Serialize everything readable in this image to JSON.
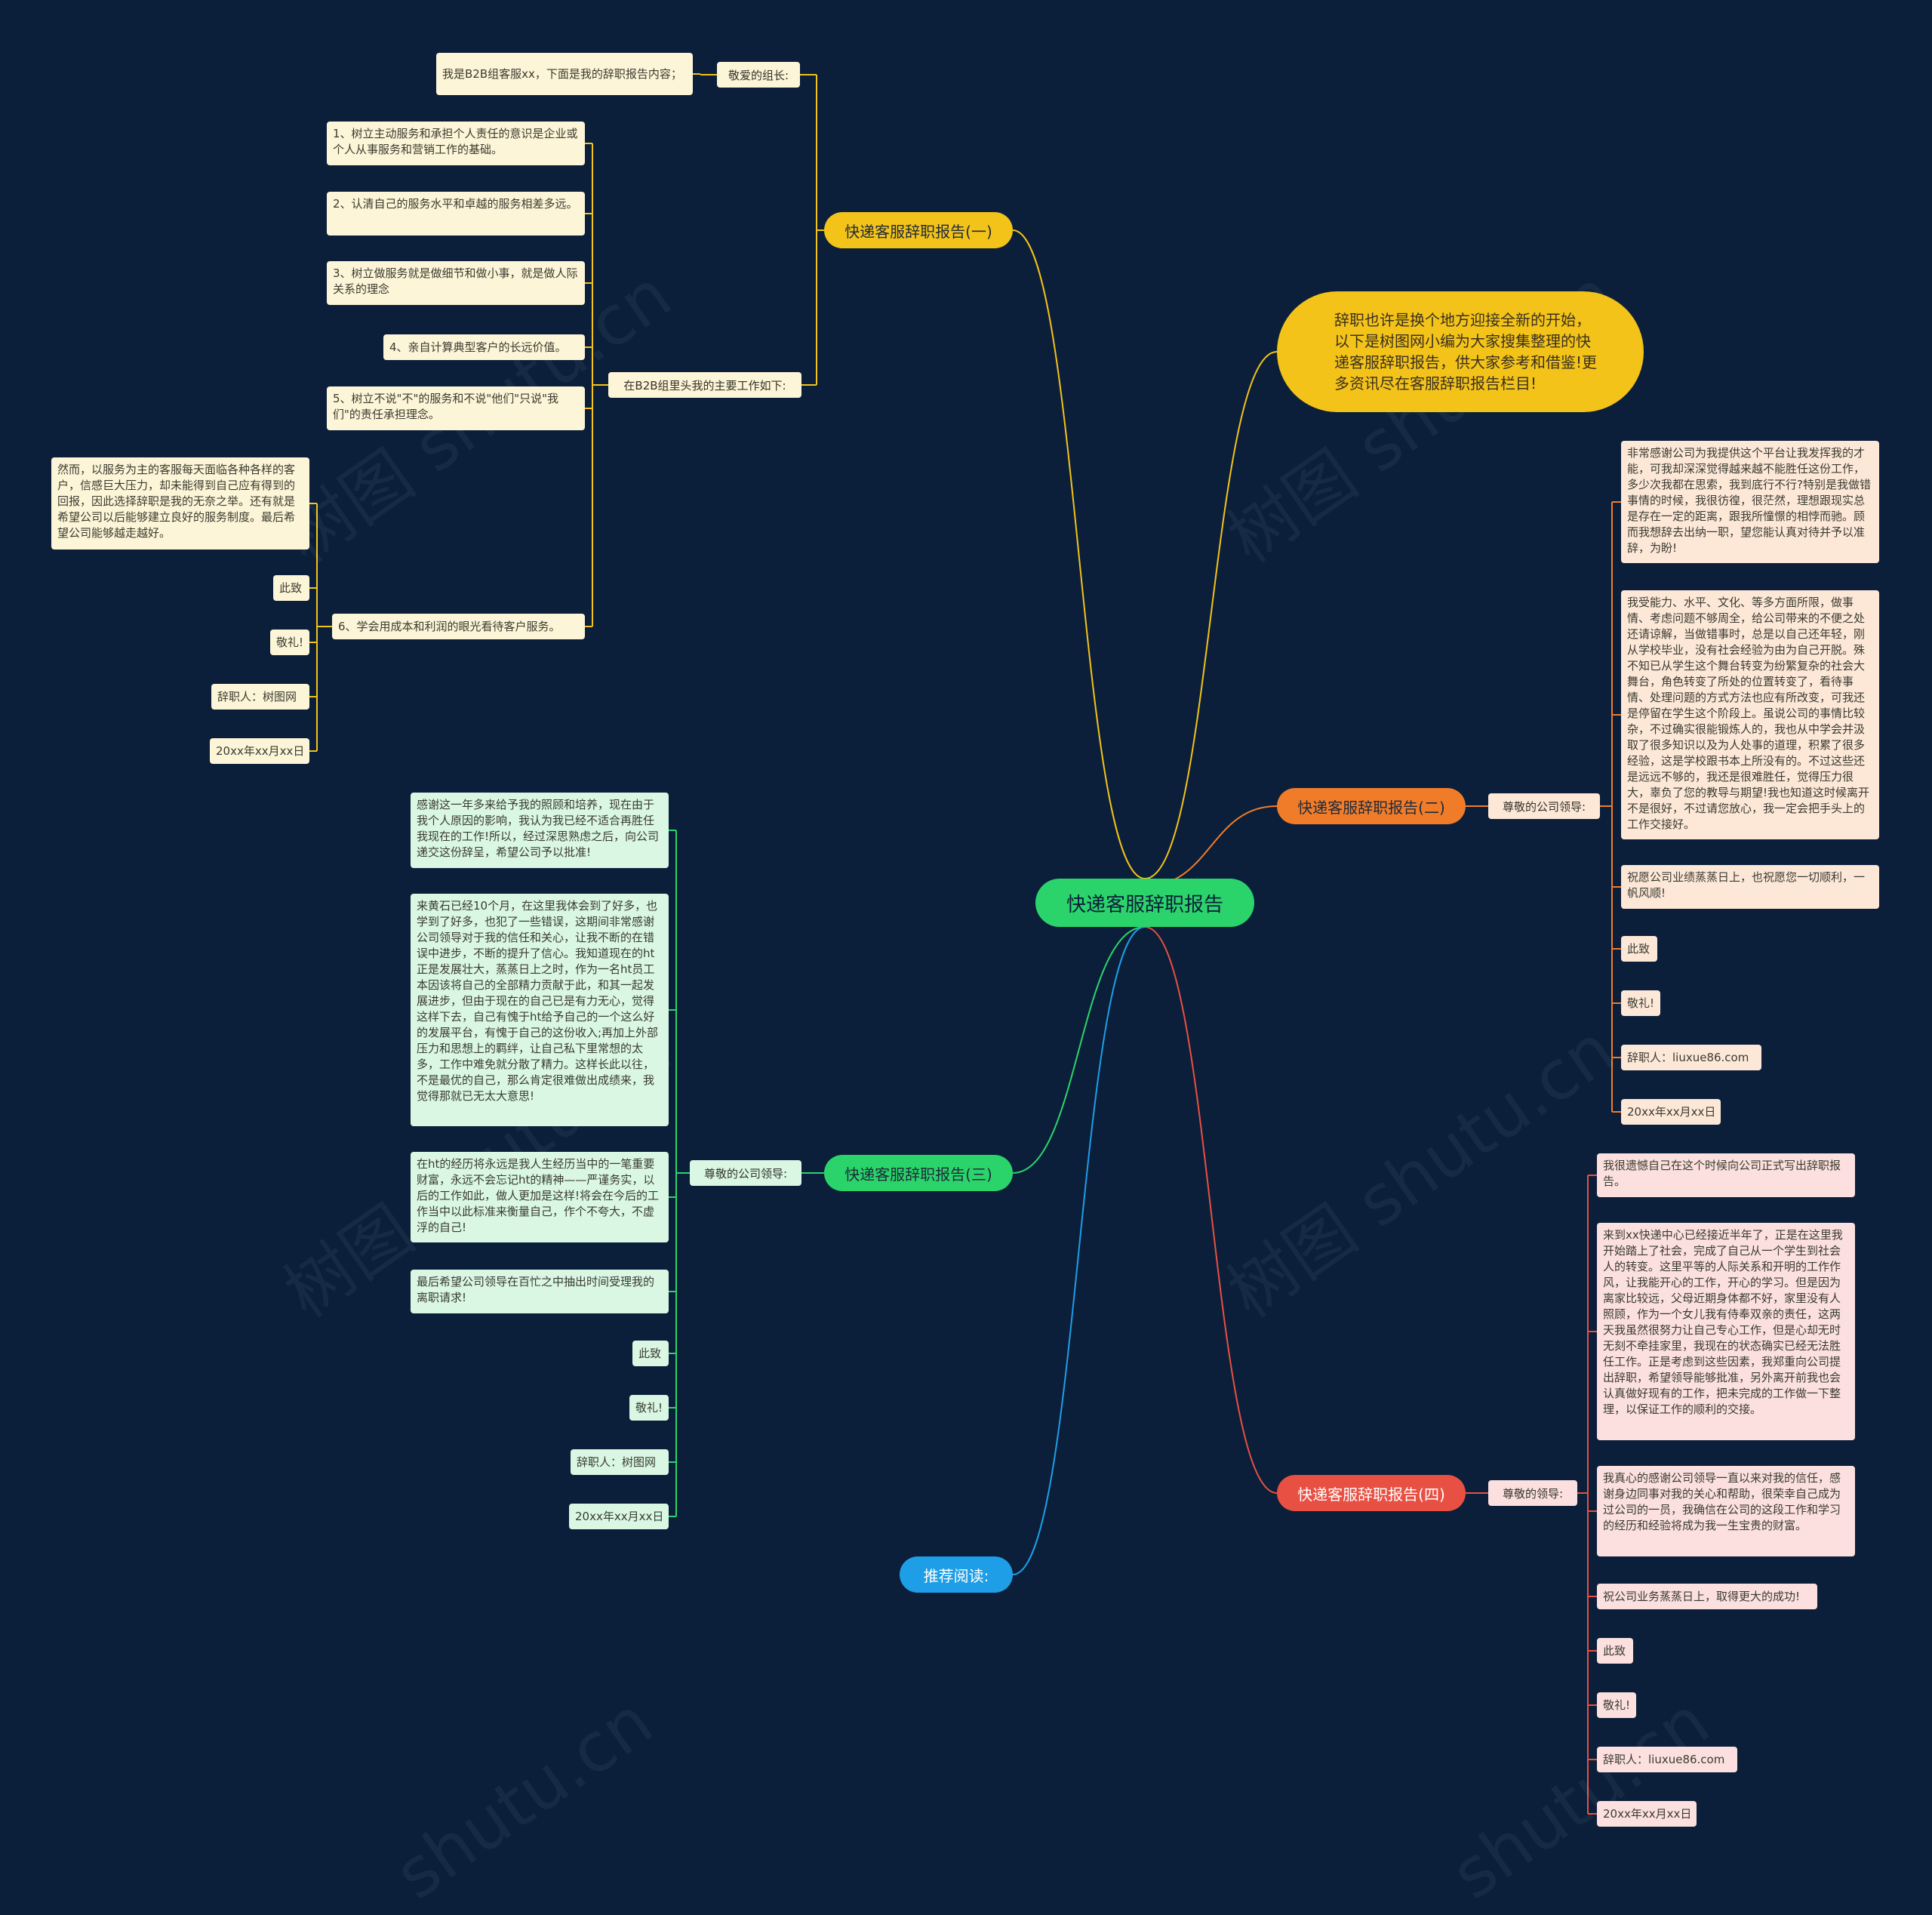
{
  "root": {
    "label": "快递客服辞职报告"
  },
  "intro": {
    "text": "辞职也许是换个地方迎接全新的开始，以下是树图网小编为大家搜集整理的快递客服辞职报告，供大家参考和借鉴!更多资讯尽在客服辞职报告栏目!"
  },
  "colors": {
    "background": "#0b1f3a",
    "branch1": "#f3c319",
    "branch2": "#f07c2a",
    "branch3": "#2bd46b",
    "branch4": "#e85043",
    "branch5": "#1e9ee6"
  },
  "branch1": {
    "label": "快递客服辞职报告(一)",
    "greeting": "敬爱的组长:",
    "greeting_leaf": "我是B2B组客服xx，下面是我的辞职报告内容；",
    "work_label": "在B2B组里头我的主要工作如下:",
    "items": [
      "1、树立主动服务和承担个人责任的意识是企业或个人从事服务和营销工作的基础。",
      "2、认清自己的服务水平和卓越的服务相差多远。",
      "3、树立做服务就是做细节和做小事，就是做人际关系的理念",
      "4、亲自计算典型客户的长远价值。",
      "5、树立不说\"不\"的服务和不说\"他们\"只说\"我们\"的责任承担理念。",
      "6、学会用成本和利润的眼光看待客户服务。"
    ],
    "item6_children": [
      "然而，以服务为主的客服每天面临各种各样的客户，信感巨大压力，却未能得到自己应有得到的回报，因此选择辞职是我的无奈之举。还有就是希望公司以后能够建立良好的服务制度。最后希望公司能够越走越好。",
      "此致",
      "敬礼!",
      "辞职人：树图网",
      "20xx年xx月xx日"
    ]
  },
  "branch2": {
    "label": "快递客服辞职报告(二)",
    "greeting": "尊敬的公司领导:",
    "children": [
      "非常感谢公司为我提供这个平台让我发挥我的才能，可我却深深觉得越来越不能胜任这份工作，多少次我都在思索，我到底行不行?特别是我做错事情的时候，我很彷徨，很茫然，理想跟现实总是存在一定的距离，跟我所憧憬的相悖而驰。顾而我想辞去出纳一职，望您能认真对待并予以准辞，为盼!",
      "我受能力、水平、文化、等多方面所限，做事情、考虑问题不够周全，给公司带来的不便之处还请谅解，当做错事时，总是以自己还年轻，刚从学校毕业，没有社会经验为由为自己开脱。殊不知已从学生这个舞台转变为纷繁复杂的社会大舞台，角色转变了所处的位置转变了，看待事情、处理问题的方式方法也应有所改变，可我还是停留在学生这个阶段上。虽说公司的事情比较杂，不过确实很能锻炼人的，我也从中学会并汲取了很多知识以及为人处事的道理，积累了很多经验，这是学校跟书本上所没有的。不过这些还是远远不够的，我还是很难胜任，觉得压力很大，辜负了您的教导与期望!我也知道这时候离开不是很好，不过请您放心，我一定会把手头上的工作交接好。",
      "祝愿公司业绩蒸蒸日上，也祝愿您一切顺利，一帆风顺!",
      "此致",
      "敬礼!",
      "辞职人：liuxue86.com",
      "20xx年xx月xx日"
    ]
  },
  "branch3": {
    "label": "快递客服辞职报告(三)",
    "greeting": "尊敬的公司领导:",
    "children": [
      "感谢这一年多来给予我的照顾和培养，现在由于我个人原因的影响，我认为我已经不适合再胜任我现在的工作!所以，经过深思熟虑之后，向公司递交这份辞呈，希望公司予以批准!",
      "来黄石已经10个月，在这里我体会到了好多，也学到了好多，也犯了一些错误，这期间非常感谢公司领导对于我的信任和关心，让我不断的在错误中进步，不断的提升了信心。我知道现在的ht正是发展壮大，蒸蒸日上之时，作为一名ht员工本因该将自己的全部精力贡献于此，和其一起发展进步，但由于现在的自己已是有力无心，觉得这样下去，自己有愧于ht给予自己的一个这么好的发展平台，有愧于自己的这份收入;再加上外部压力和思想上的羁绊，让自己私下里常想的太多，工作中难免就分散了精力。这样长此以往，不是最优的自己，那么肯定很难做出成绩来，我觉得那就已无太大意思!",
      "在ht的经历将永远是我人生经历当中的一笔重要财富，永远不会忘记ht的精神——严谨务实，以后的工作如此，做人更加是这样!将会在今后的工作当中以此标准来衡量自己，作个不夸大，不虚浮的自己!",
      "最后希望公司领导在百忙之中抽出时间受理我的离职请求!",
      "此致",
      "敬礼!",
      "辞职人：树图网",
      "20xx年xx月xx日"
    ]
  },
  "branch4": {
    "label": "快递客服辞职报告(四)",
    "greeting": "尊敬的领导:",
    "children": [
      "我很遗憾自己在这个时候向公司正式写出辞职报告。",
      "来到xx快递中心已经接近半年了，正是在这里我开始踏上了社会，完成了自己从一个学生到社会人的转变。这里平等的人际关系和开明的工作作风，让我能开心的工作，开心的学习。但是因为离家比较远，父母近期身体都不好，家里没有人照顾，作为一个女儿我有侍奉双亲的责任，这两天我虽然很努力让自己专心工作，但是心却无时无刻不牵挂家里，我现在的状态确实已经无法胜任工作。正是考虑到这些因素，我郑重向公司提出辞职，希望领导能够批准，另外离开前我也会认真做好现有的工作，把未完成的工作做一下整理，以保证工作的顺利的交接。",
      "我真心的感谢公司领导一直以来对我的信任，感谢身边同事对我的关心和帮助，很荣幸自己成为过公司的一员，我确信在公司的这段工作和学习的经历和经验将成为我一生宝贵的财富。",
      "祝公司业务蒸蒸日上，取得更大的成功!",
      "此致",
      "敬礼!",
      "辞职人：liuxue86.com",
      "20xx年xx月xx日"
    ]
  },
  "branch5": {
    "label": "推荐阅读:"
  }
}
